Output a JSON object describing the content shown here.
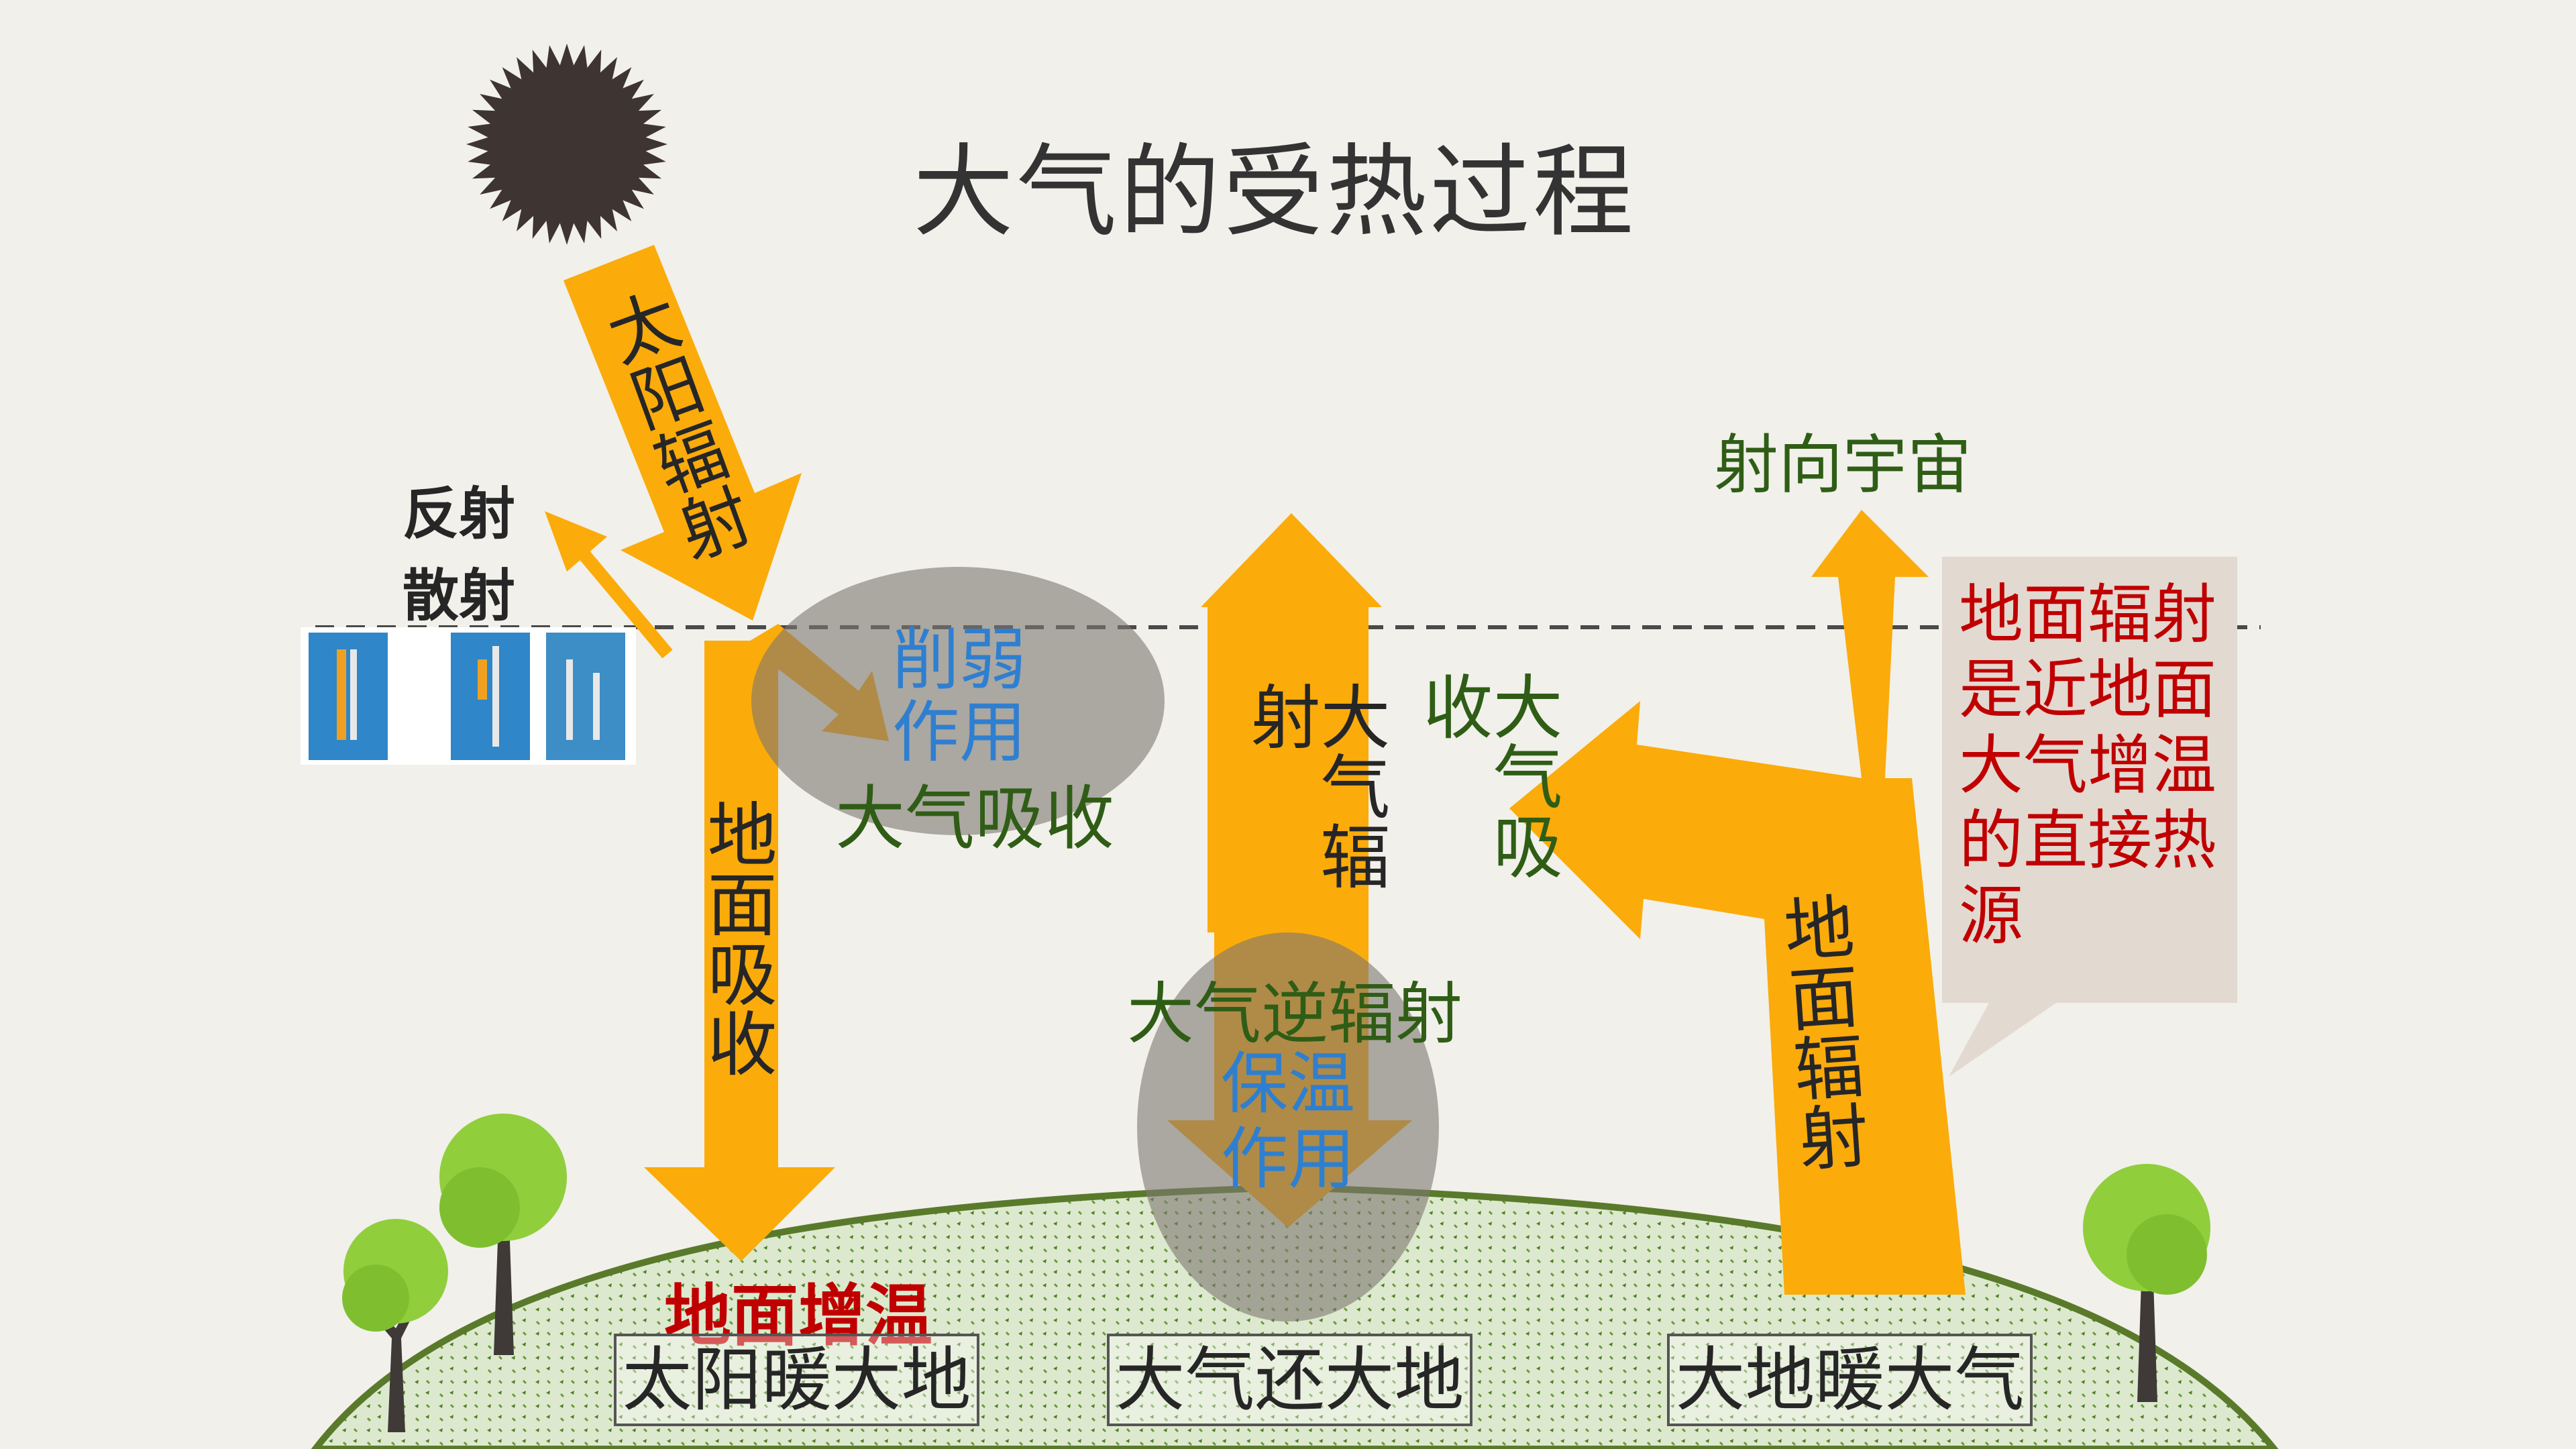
{
  "title": "大气的受热过程",
  "labels": {
    "solar_radiation": "太阳辐射",
    "reflect": "反射",
    "scatter": "散射",
    "weaken_1": "削弱",
    "weaken_2": "作用",
    "atmosphere_absorb": "大气吸收",
    "ground_absorb": "地面吸收",
    "ground_warming": "地面增温",
    "atmosphere_radiation": "大气辐射",
    "atmosphere_absorb_vertical": "大气吸收",
    "atmosphere_counter_radiation": "大气逆辐射",
    "insulation_1": "保温",
    "insulation_2": "作用",
    "emit_to_space": "射向宇宙",
    "ground_radiation": "地面辐射",
    "callout": "地面辐射是近地面大气增温的直接热源"
  },
  "boxes": {
    "sun_warms_earth": "太阳暖大地",
    "atmosphere_returns_earth": "大气还大地",
    "earth_warms_atmosphere": "大地暖大气"
  },
  "icons": [
    "sun-icon",
    "tree-icon",
    "thumbnail-image"
  ],
  "colors": {
    "background": "#f1f0ea",
    "arrow": "#fbab0a",
    "ground_fill": "#dce8cd",
    "ground_edge": "#5a7a2b",
    "sun": "#3e3432",
    "overlay": "#7d7670",
    "green_text": "#2f5d16",
    "blue_text": "#2f7fd0",
    "red_text": "#c00000"
  }
}
